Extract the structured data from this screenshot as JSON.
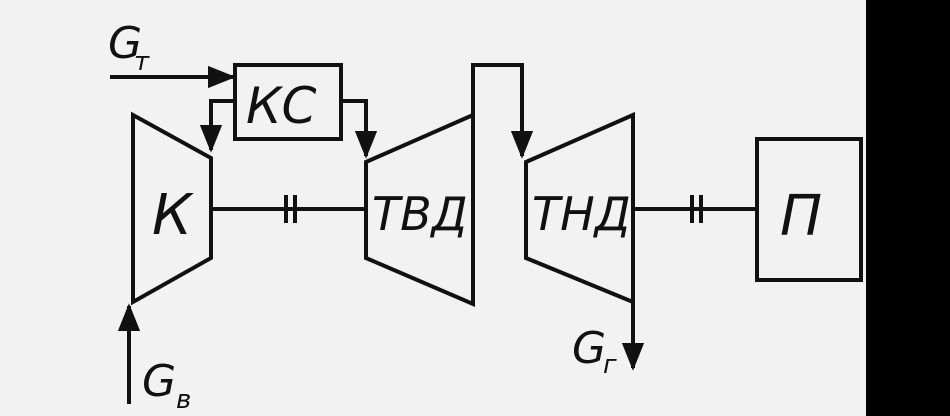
{
  "colors": {
    "background": "#f2f2f2",
    "ink": "#111111",
    "right_band": "#000000"
  },
  "labels": {
    "compressor": "К",
    "combustion_chamber": "КС",
    "hp_turbine": "ТВД",
    "lp_turbine": "ТНД",
    "consumer": "П",
    "fuel_flow_main": "G",
    "fuel_flow_sub": "т",
    "air_flow_main": "G",
    "air_flow_sub": "в",
    "gas_flow_main": "G",
    "gas_flow_sub": "г"
  }
}
